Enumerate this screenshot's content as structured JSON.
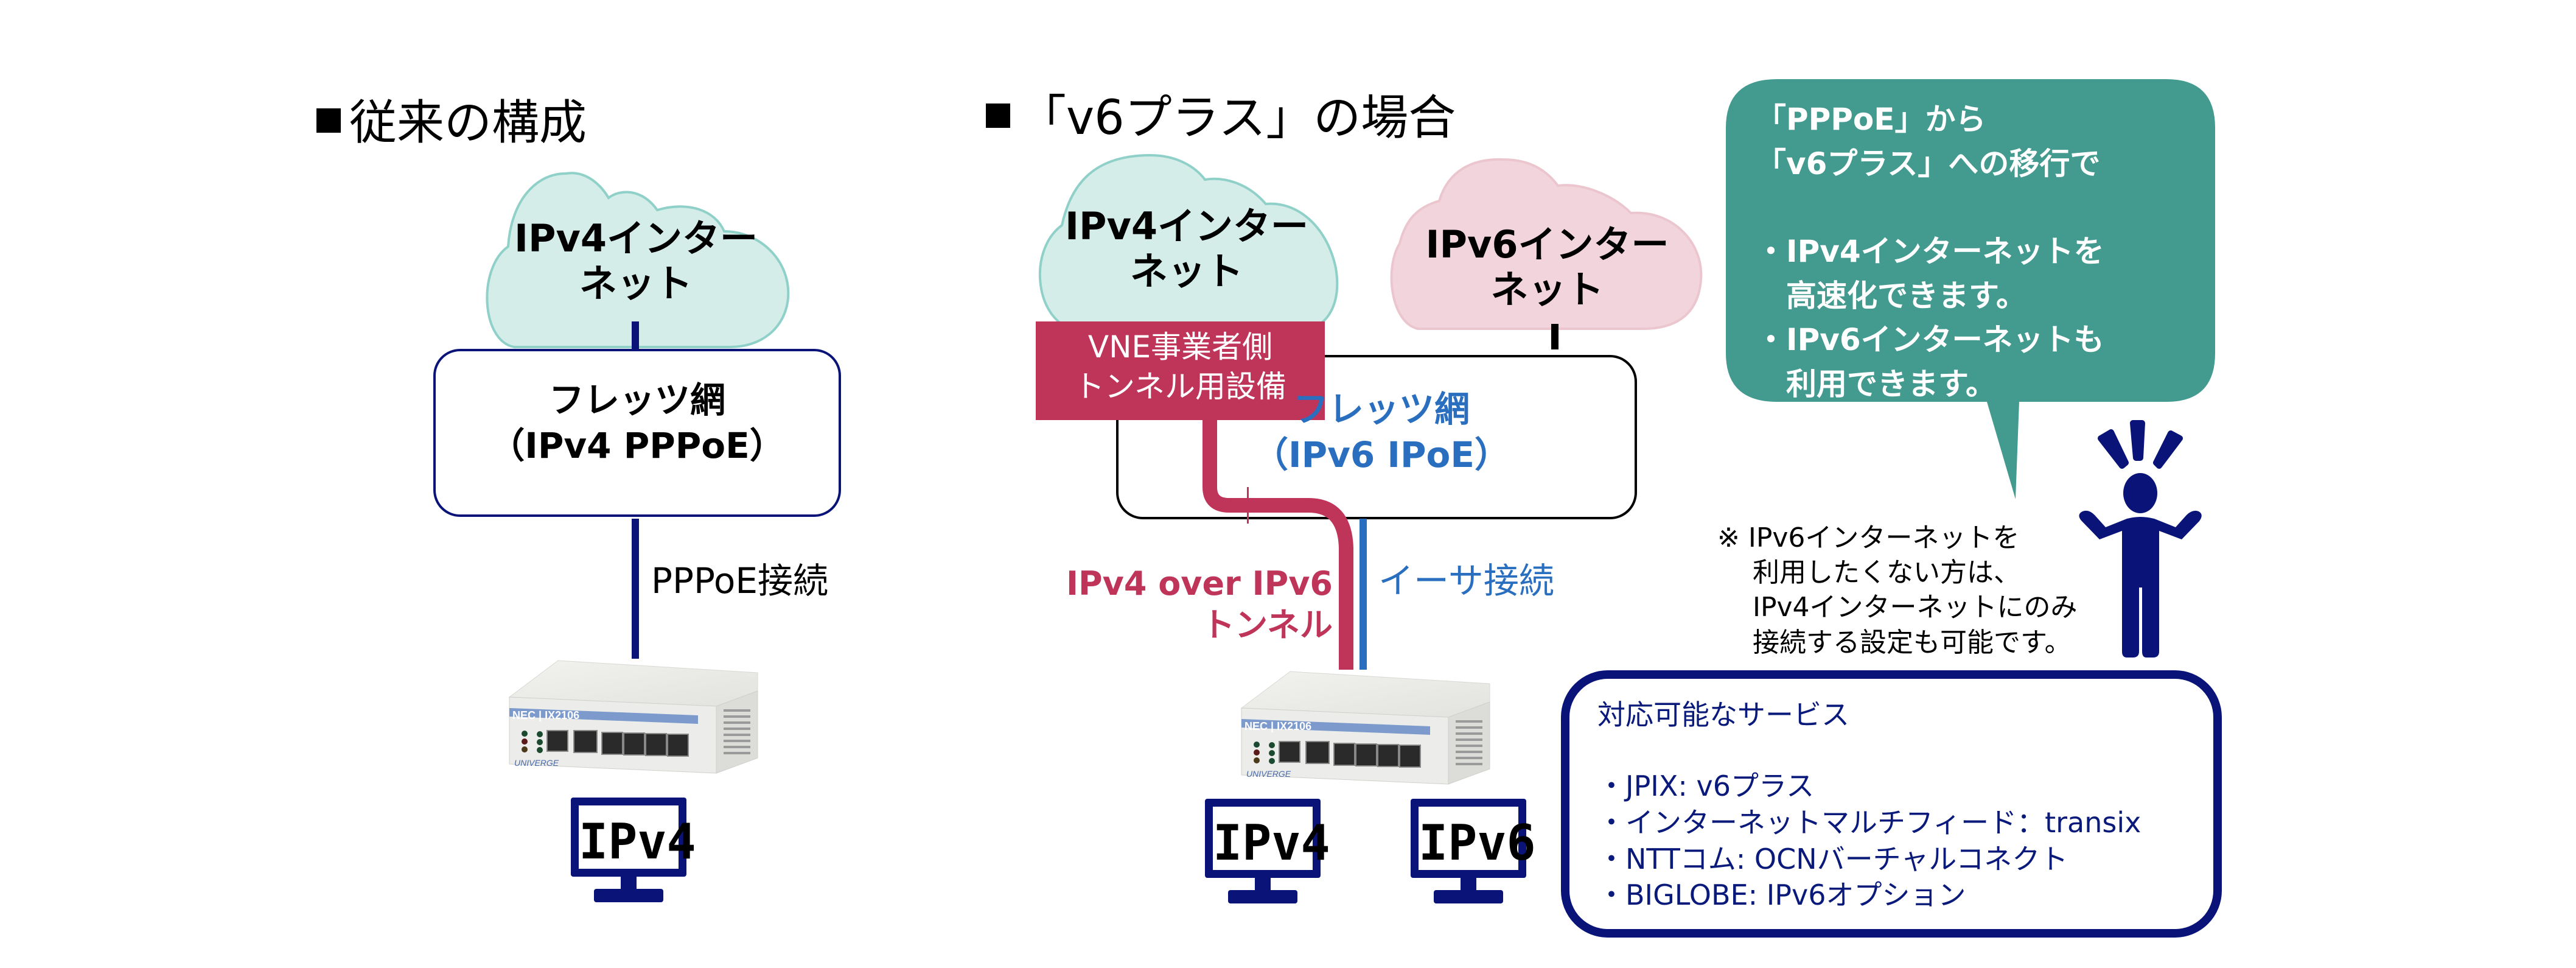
{
  "colors": {
    "navy": "#0a1478",
    "cloud_ipv4_fill": "#d5ede9",
    "cloud_ipv4_stroke": "#8fd0c8",
    "cloud_ipv6_fill": "#f2d5dc",
    "cloud_ipv6_stroke": "#ecc6cf",
    "tunnel_red": "#bf355a",
    "ipoe_blue": "#2a6fbf",
    "bubble_teal": "#439a8f"
  },
  "legacy": {
    "title": "従来の構成",
    "cloud": {
      "line1": "IPv4インター",
      "line2": "ネット"
    },
    "network_box": {
      "line1": "フレッツ網",
      "line2": "（IPv4 PPPoE）"
    },
    "connection_label": "PPPoE接続",
    "router": {
      "brand": "NEC",
      "model": "IX2106",
      "series": "UNIVERGE"
    },
    "client": {
      "label": "IPv4"
    }
  },
  "v6plus": {
    "title": "「v6プラス」の場合",
    "cloud_ipv4": {
      "line1": "IPv4インター",
      "line2": "ネット"
    },
    "cloud_ipv6": {
      "line1": "IPv6インター",
      "line2": "ネット"
    },
    "vne_box": {
      "line1": "VNE事業者側",
      "line2": "トンネル用設備"
    },
    "network_box": {
      "line1": "フレッツ網",
      "line2": "（IPv6 IPoE）"
    },
    "tunnel_label": {
      "line1": "IPv4 over IPv6",
      "line2": "トンネル"
    },
    "ether_label": "イーサ接続",
    "router": {
      "brand": "NEC",
      "model": "IX2106",
      "series": "UNIVERGE"
    },
    "clients": [
      {
        "label": "IPv4"
      },
      {
        "label": "IPv6"
      }
    ]
  },
  "bubble": {
    "lines": [
      "「PPPoE」から",
      "「v6プラス」への移行で",
      "",
      "・IPv4インターネットを",
      "　高速化できます。",
      "・IPv6インターネットも",
      "　利用できます。"
    ]
  },
  "note": {
    "lines": [
      "※ IPv6インターネットを",
      "　 利用したくない方は、",
      "　 IPv4インターネットにのみ",
      "　 接続する設定も可能です。"
    ]
  },
  "services": {
    "heading": "対応可能なサービス",
    "items": [
      "・JPIX: v6プラス",
      "・インターネットマルチフィード：transix",
      "・NTTコム: OCNバーチャルコネクト",
      "・BIGLOBE: IPv6オプション"
    ]
  }
}
